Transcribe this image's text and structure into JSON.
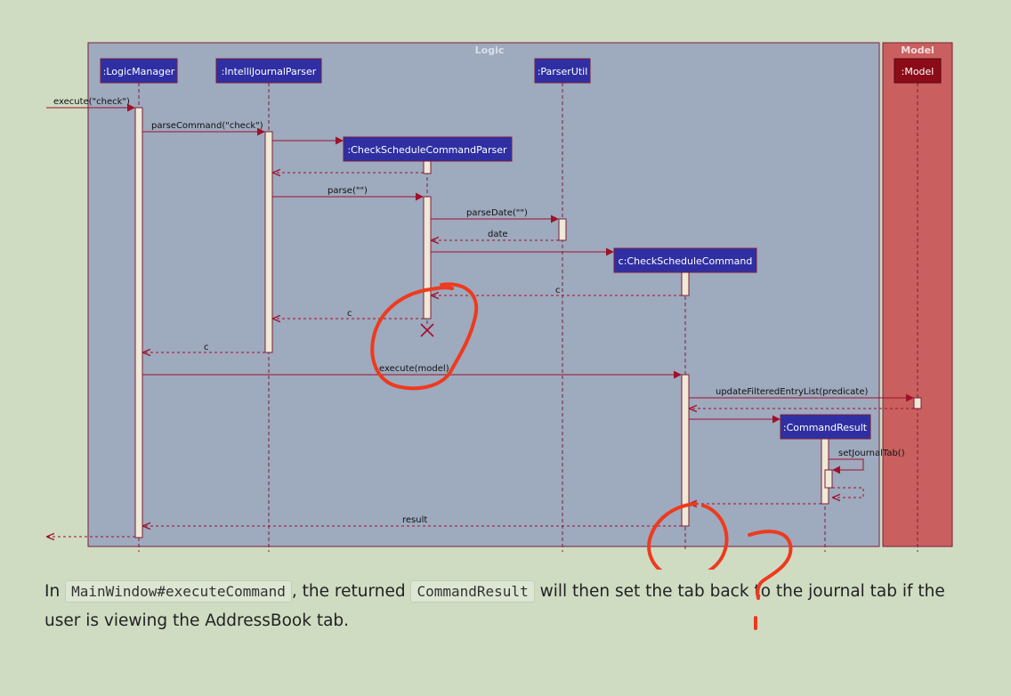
{
  "frames": {
    "logic": "Logic",
    "model": "Model"
  },
  "participants": {
    "logic_manager": ":LogicManager",
    "parser": ":IntelliJournalParser",
    "parser_util": ":ParserUtil",
    "model": ":Model",
    "check_parser": ":CheckScheduleCommandParser",
    "check_command": "c:CheckScheduleCommand",
    "command_result": ":CommandResult"
  },
  "messages": {
    "execute_check": "execute(\"check\")",
    "parse_command": "parseCommand(\"check\")",
    "parse": "parse(\"\")",
    "parse_date": "parseDate(\"\")",
    "date": "date",
    "c_return_1": "c",
    "c_return_2": "c",
    "c_return_3": "c",
    "execute_model": "execute(model)",
    "update_list": "updateFilteredEntryList(predicate)",
    "set_tab": "setJournalTab()",
    "result": "result"
  },
  "caption": {
    "prefix": "In ",
    "code1": "MainWindow#executeCommand",
    "mid1": ", the returned ",
    "code2": "CommandResult",
    "suffix": " will then set the tab back to the journal tab if the user is viewing the AddressBook tab."
  },
  "colors": {
    "logic_frame": "#9eaabe",
    "model_frame": "#c95f5f",
    "participant_box": "#2f2fa3",
    "model_box": "#8b0c18",
    "arrow": "#a0102a",
    "activation": "#efe9d5",
    "annotation": "#ee3a1e"
  }
}
